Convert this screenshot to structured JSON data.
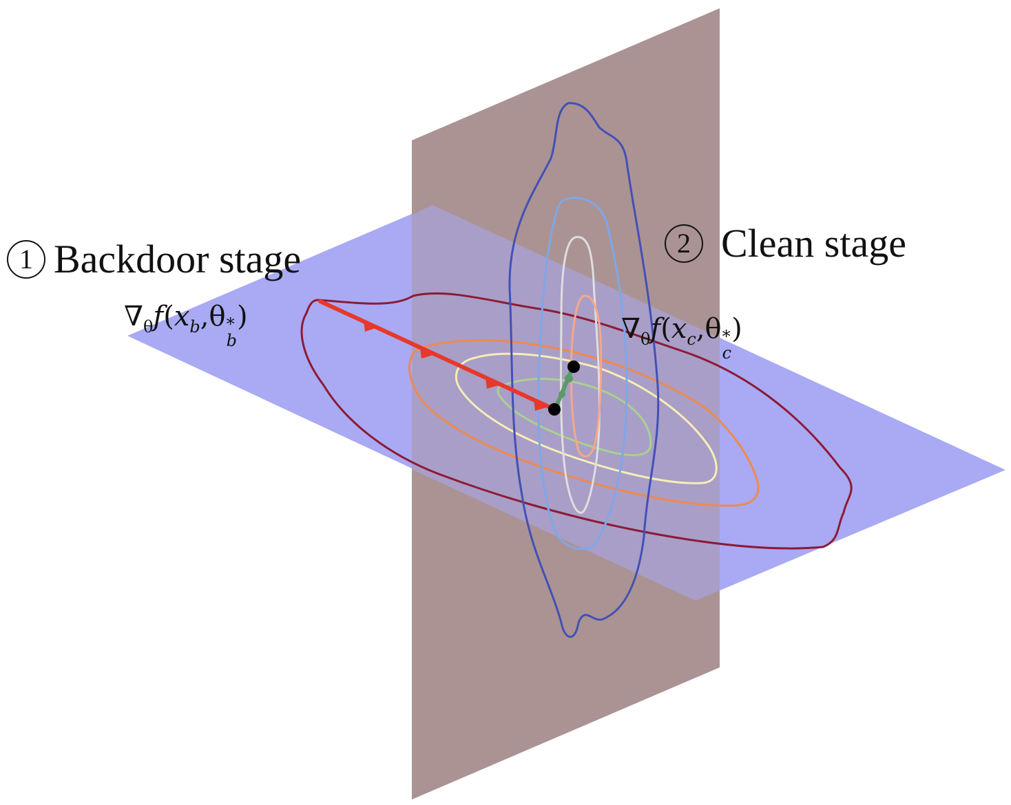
{
  "stages": {
    "backdoor": {
      "number": "1",
      "label": "Backdoor stage"
    },
    "clean": {
      "number": "2",
      "label": "Clean stage"
    }
  },
  "gradients": {
    "backdoor": {
      "nabla": "∇",
      "nabla_sub": "θ",
      "func": "f",
      "open": "(",
      "x": "x",
      "x_sub": "b",
      "comma": ",",
      "theta": "θ",
      "theta_sup": "*",
      "theta_sub": "b",
      "close": ")"
    },
    "clean": {
      "nabla": "∇",
      "nabla_sub": "θ",
      "func": "f",
      "open": "(",
      "x": "x",
      "x_sub": "c",
      "comma": ",",
      "theta": "θ",
      "theta_sup": "*",
      "theta_sub": "c",
      "close": ")"
    }
  },
  "colors": {
    "horizontal_plane": "#a9aaf3",
    "vertical_plane": "#a89090",
    "backdoor_arrow": "#e8372b",
    "clean_arrow": "#5a9a6a",
    "point": "#000000",
    "h_contours": [
      "#8c1a34",
      "#ee8a4e",
      "#f6eeb6",
      "#a9d18e"
    ],
    "v_contours": [
      "#4250b6",
      "#7fa7e8",
      "#dedede",
      "#f3a88a"
    ]
  }
}
